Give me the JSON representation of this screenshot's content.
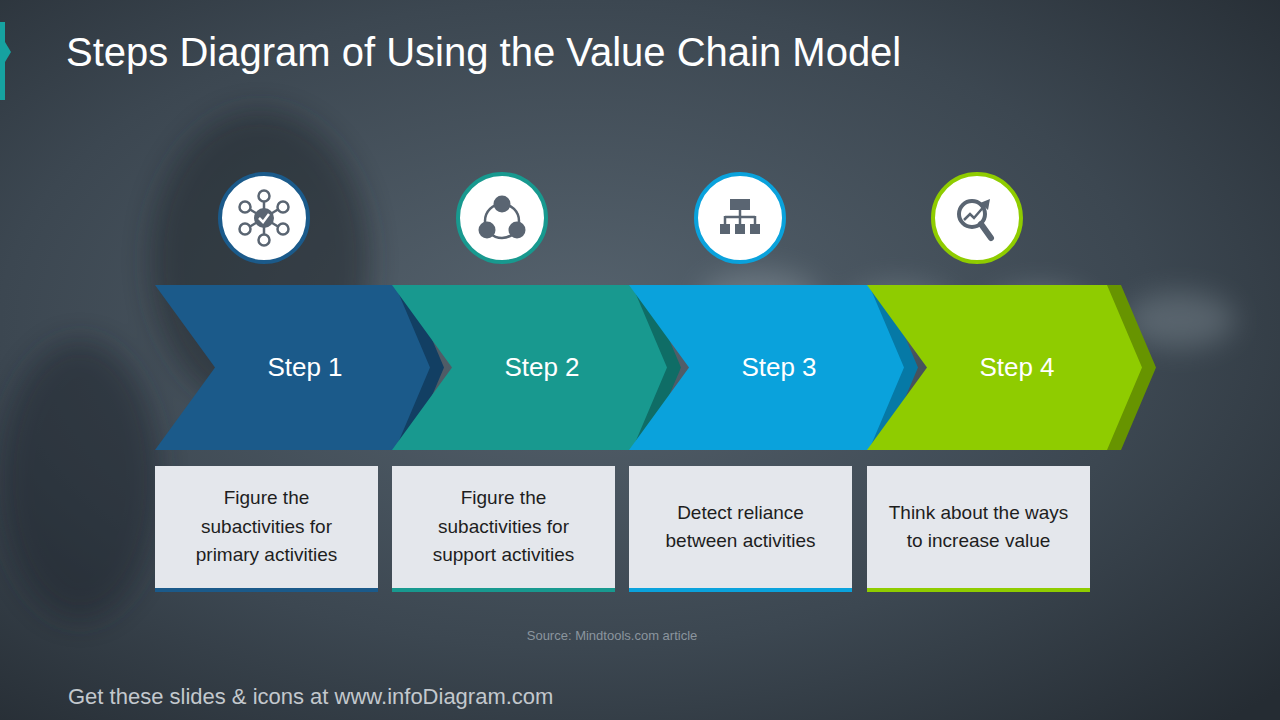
{
  "diagram": {
    "title": "Steps Diagram of Using the Value Chain Model",
    "nodes": [
      {
        "text": [
          "Step 1"
        ]
      },
      {
        "text": [
          "Step 2"
        ]
      },
      {
        "text": [
          "Step 3"
        ]
      },
      {
        "text": [
          "Step 4"
        ]
      },
      {
        "text": [
          "Figure the subactivities for primary activities"
        ]
      },
      {
        "text": [
          "Figure the subactivities for support activities"
        ]
      },
      {
        "text": [
          "Detect reliance between activities"
        ]
      },
      {
        "text": [
          "Think about the ways to increase value"
        ]
      }
    ],
    "labels": [
      "Source: Mindtools.com article",
      "Get these slides & icons at www.infoDiagram.com"
    ]
  }
}
